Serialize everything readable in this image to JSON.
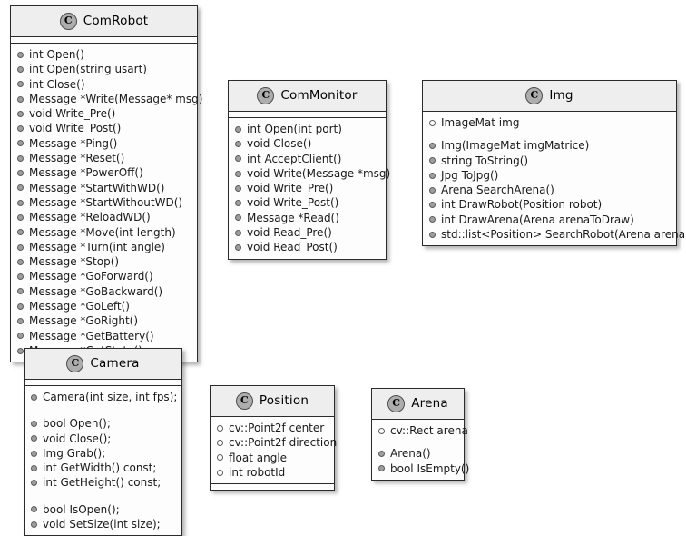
{
  "diagram": {
    "type": "uml-class-diagram",
    "background_color": "#ffffff",
    "class_box_fill": "#fdfdfd",
    "class_header_fill": "#eeeeee",
    "border_color": "#2b2b2b",
    "badge_letter": "C"
  },
  "classes": [
    {
      "id": "comrobot",
      "name": "ComRobot",
      "attributes": [],
      "methods": [
        "int Open()",
        "int Open(string usart)",
        "int Close()",
        "Message *Write(Message* msg)",
        "void Write_Pre()",
        "void Write_Post()",
        "Message *Ping()",
        "Message *Reset()",
        "Message *PowerOff()",
        "Message *StartWithWD()",
        "Message *StartWithoutWD()",
        "Message *ReloadWD()",
        "Message *Move(int length)",
        "Message *Turn(int angle)",
        "Message *Stop()",
        "Message *GoForward()",
        "Message *GoBackward()",
        "Message *GoLeft()",
        "Message *GoRight()",
        "Message *GetBattery()",
        "Message *GetState()"
      ]
    },
    {
      "id": "commonitor",
      "name": "ComMonitor",
      "attributes": [],
      "methods": [
        "int Open(int port)",
        "void Close()",
        "int AcceptClient()",
        "void Write(Message *msg)",
        "void Write_Pre()",
        "void Write_Post()",
        "Message *Read()",
        "void Read_Pre()",
        "void Read_Post()"
      ]
    },
    {
      "id": "img",
      "name": "Img",
      "attributes": [
        "ImageMat img"
      ],
      "methods": [
        "Img(ImageMat imgMatrice)",
        "string ToString()",
        "Jpg ToJpg()",
        "Arena SearchArena()",
        "int DrawRobot(Position robot)",
        "int DrawArena(Arena arenaToDraw)",
        "std::list<Position> SearchRobot(Arena arena)"
      ]
    },
    {
      "id": "camera",
      "name": "Camera",
      "attributes": [],
      "methods": [
        "Camera(int size, int fps);",
        "",
        "bool Open();",
        "void Close();",
        "Img Grab();",
        "int GetWidth() const;",
        "int GetHeight() const;",
        "",
        "bool IsOpen();",
        "void SetSize(int size);"
      ]
    },
    {
      "id": "position",
      "name": "Position",
      "attributes": [
        "cv::Point2f center",
        "cv::Point2f direction",
        "float angle",
        "int robotId"
      ],
      "methods": []
    },
    {
      "id": "arena",
      "name": "Arena",
      "attributes": [
        "cv::Rect arena"
      ],
      "methods": [
        "Arena()",
        "bool IsEmpty()"
      ]
    }
  ]
}
